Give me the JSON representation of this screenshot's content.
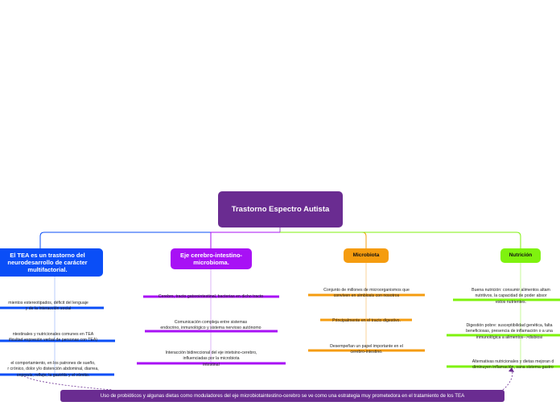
{
  "root": {
    "label": "Trastorno Espectro Autista"
  },
  "colors": {
    "root": "#6a2c91",
    "tea": "#0a4ef7",
    "eje": "#a811f5",
    "microbiota": "#f59c0f",
    "nutricion": "#7ff20e"
  },
  "branches": {
    "tea": {
      "label": "El TEA es un trastorno del neurodesarrollo de carácter multifactorial.",
      "items": [
        "mientos estereotipados, déficit del lenguaje\ny de la interacción social",
        "ntestinales y nutricionales comunes en TEA\nificultad  expresión verbal de personas con TEA)",
        "el comportamiento, en los patrones de sueño,\nr crónico, dolor y/o distención abdominal, diarrea,\nonpresis, reflujo, la gastritis y el vómito."
      ]
    },
    "eje": {
      "label": "Eje cerebro-intestino-microbioma.",
      "items": [
        "Cerebro, tracto gatsrointestinal, bacterias en dicho tracto",
        "Comunicación compleja entre sistemas\nendocrino, inmunológico y sistema nervioso autónomo",
        "Interacción bidireccional del eje intetsino-cerebro,\ninfluenciadas por la microbiota\nintestinal"
      ]
    },
    "microbiota": {
      "label": "Microbiota",
      "items": [
        "Conjunto de millones de microorganismos que\nconviven en simbiosis con nosotros",
        "Principalmente en el tracto digestivo.",
        "Desempeñan un papel importante en el\ncerebro-intestino."
      ]
    },
    "nutricion": {
      "label": "Nutrición",
      "items": [
        "Buena nutrición: consumir alimentos altam\nnutritivos, la capacidad de poder absor\nestos nutrientes.",
        "Digestión pobre: susceptibilidad genética, falta\nbeneficiosas, presencia de inflamación o a una\ninmunológica a alimentos-->disbiosi",
        "Alternativas nutricionales y dietas mejoran d\ndiminuyen  inflamación, sana sistema gastro"
      ]
    }
  },
  "bottom": {
    "label": "Uso de probióticos y algunas dietas como moduladores del eje microbiotaintestino-cerebro se ve como una estrategia muy prometedora en el tratamiento de los TEA"
  }
}
